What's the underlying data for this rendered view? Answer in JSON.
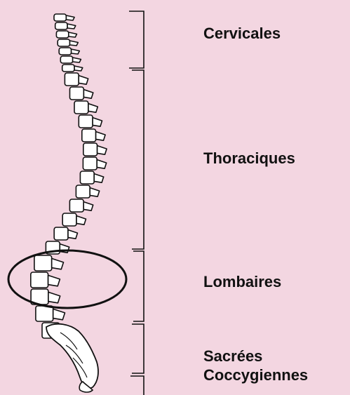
{
  "labels": {
    "cervical": "Cervicales",
    "thoracic": "Thoraciques",
    "lumbar": "Lombaires",
    "sacral": "Sacrées",
    "coccyx": "Coccygiennes"
  },
  "colors": {
    "background": "#f3d6e1",
    "bone_fill": "#ffffff",
    "ink": "#111111"
  }
}
